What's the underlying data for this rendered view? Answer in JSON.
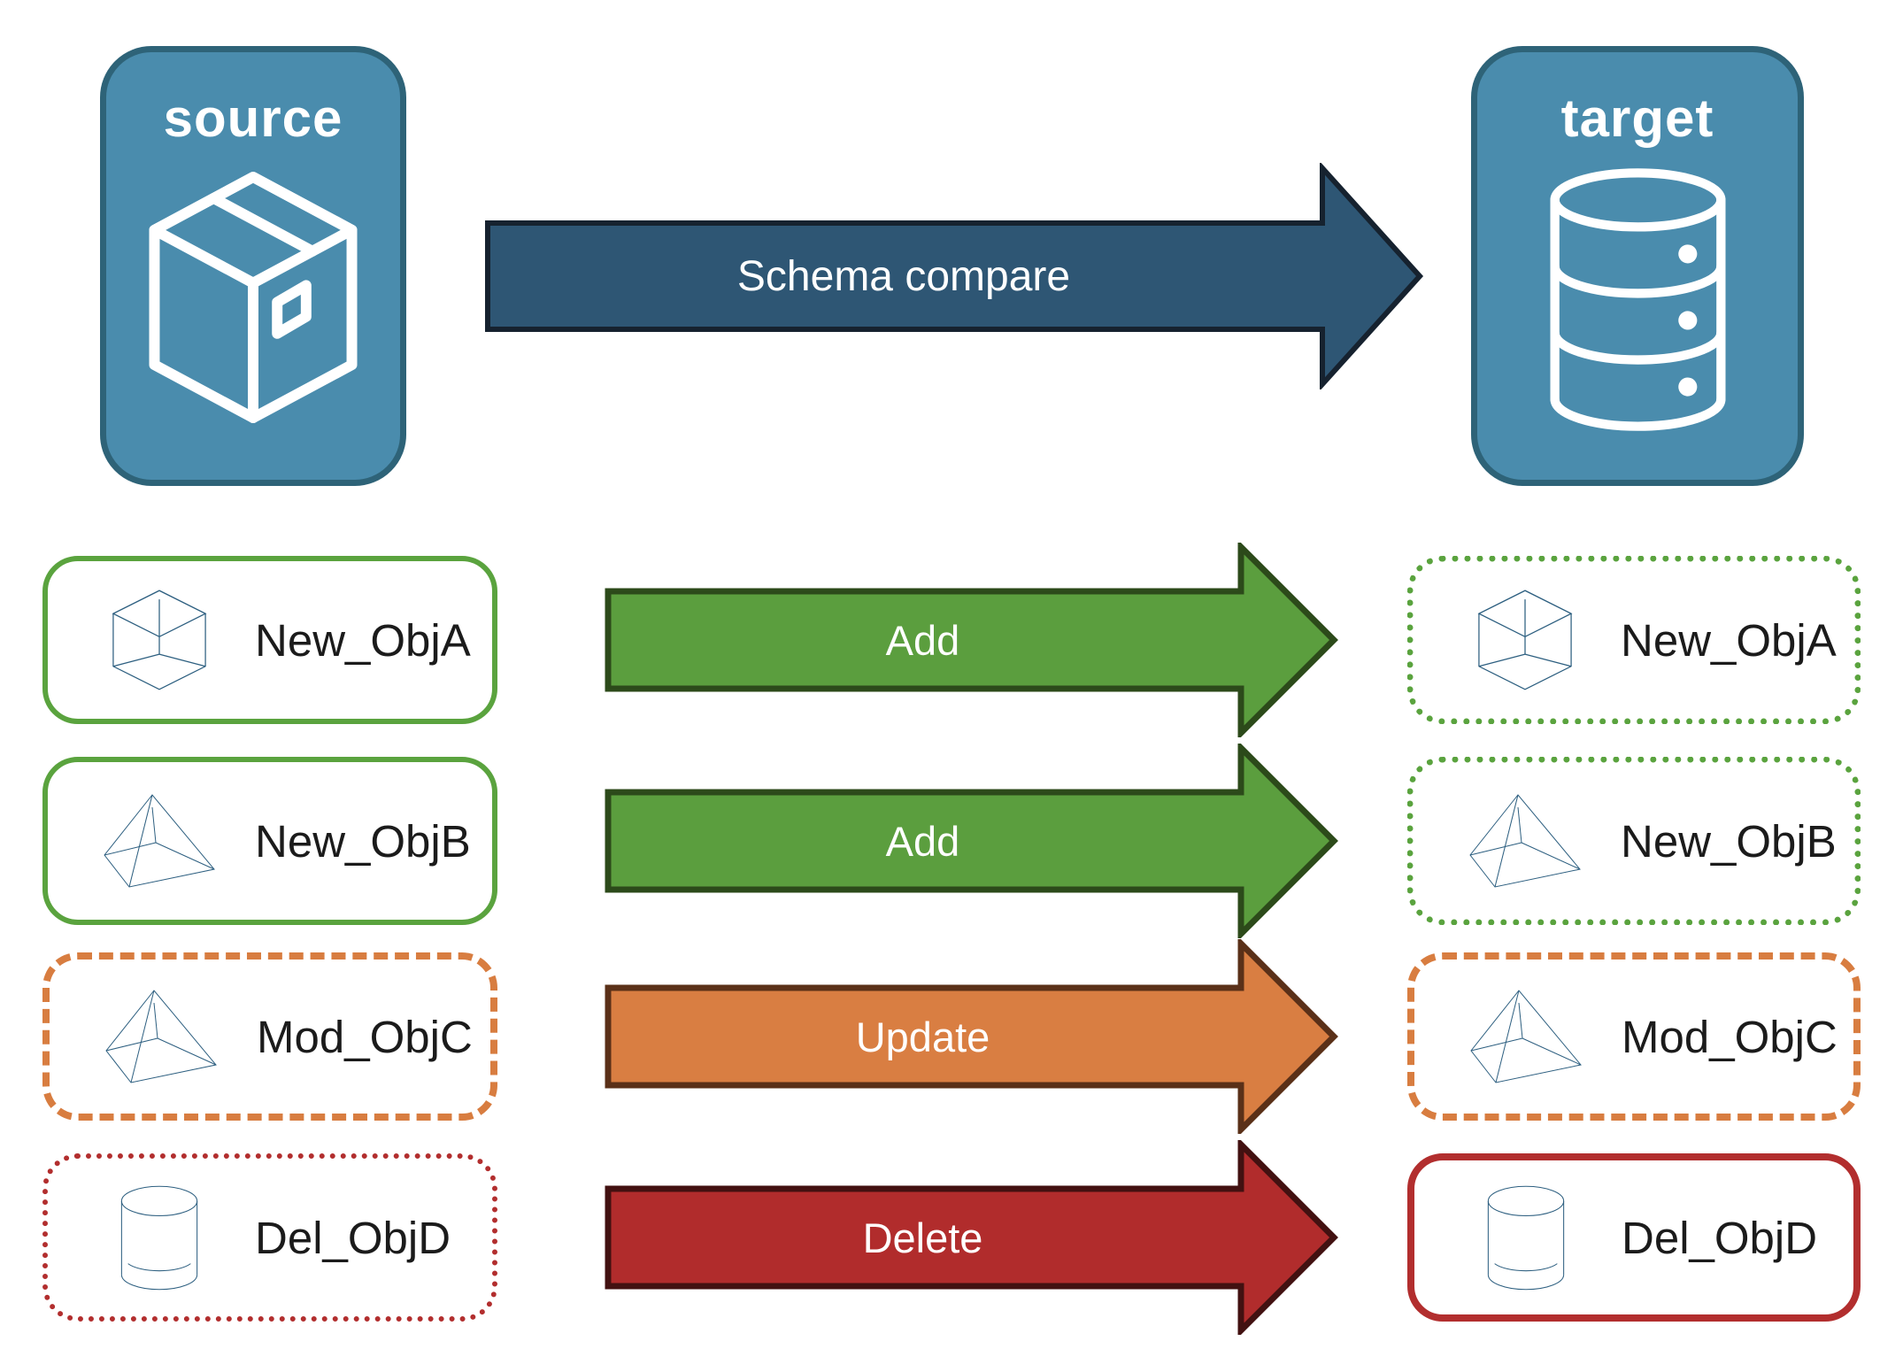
{
  "nodes": {
    "source": {
      "label": "source",
      "icon": "package"
    },
    "target": {
      "label": "target",
      "icon": "database"
    }
  },
  "flow": {
    "label": "Schema compare"
  },
  "rows": [
    {
      "icon": "cube",
      "action": "Add",
      "source": {
        "label": "New_ObjA",
        "style": "new-object-solid-green"
      },
      "target": {
        "label": "New_ObjA",
        "style": "added-object-dotted-green"
      }
    },
    {
      "icon": "pyramid",
      "action": "Add",
      "source": {
        "label": "New_ObjB",
        "style": "new-object-solid-green"
      },
      "target": {
        "label": "New_ObjB",
        "style": "added-object-dotted-green"
      }
    },
    {
      "icon": "pyramid",
      "action": "Update",
      "source": {
        "label": "Mod_ObjC",
        "style": "modified-object-dashed-orange"
      },
      "target": {
        "label": "Mod_ObjC",
        "style": "modified-object-dashed-orange"
      }
    },
    {
      "icon": "cylinder",
      "action": "Delete",
      "source": {
        "label": "Del_ObjD",
        "style": "deleted-object-dotted-red"
      },
      "target": {
        "label": "Del_ObjD",
        "style": "deleted-object-solid-red"
      }
    }
  ],
  "colors": {
    "node_fill": "#4a8cad",
    "node_border": "#2e6378",
    "flow_fill": "#2e5674",
    "flow_stroke": "#16222f",
    "add_fill": "#5b9e3e",
    "add_stroke": "#2c4a1a",
    "update_fill": "#d97e42",
    "update_stroke": "#5a3018",
    "delete_fill": "#b12c2c",
    "delete_stroke": "#421111",
    "green": "#5aa33e",
    "orange": "#d87d40",
    "red": "#b22e2e",
    "icon_blue": "#2d5f80",
    "label_text": "#1b1b1b"
  }
}
